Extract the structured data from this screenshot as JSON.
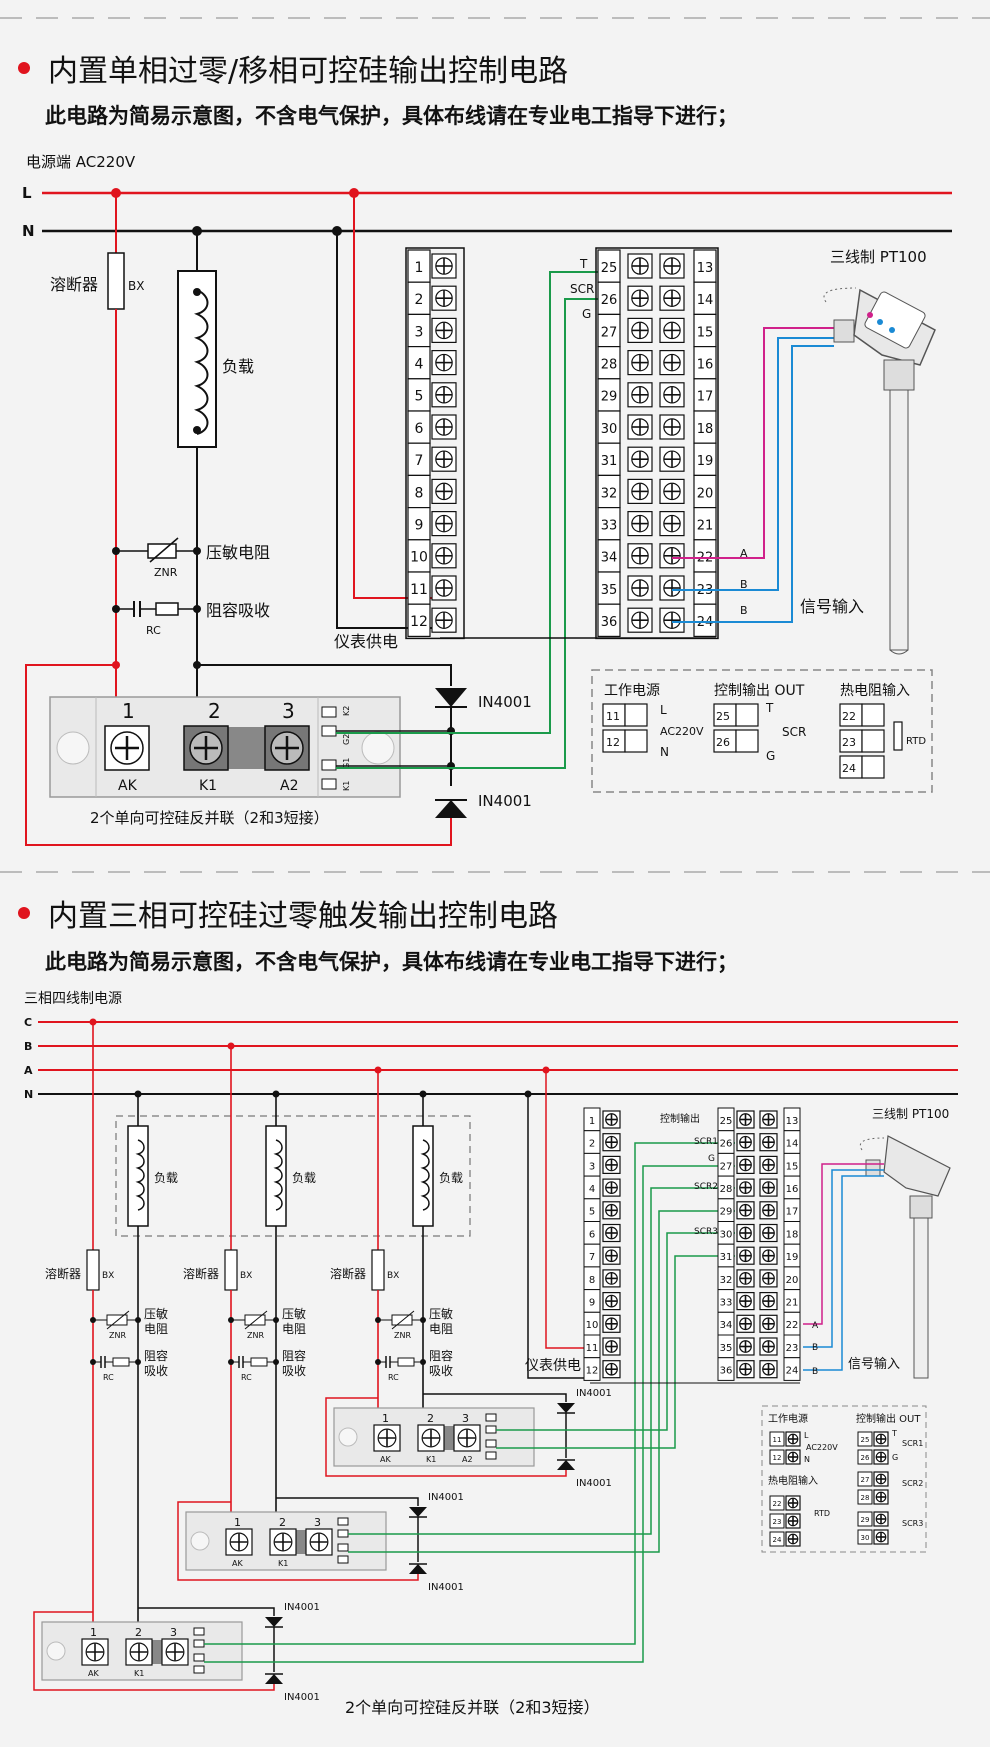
{
  "section1": {
    "title": "内置单相过零/移相可控硅输出控制电路",
    "subtitle": "此电路为简易示意图，不含电气保护，具体布线请在专业电工指导下进行；",
    "power_label": "电源端  AC220V",
    "line_L": "L",
    "line_N": "N",
    "fuse": "溶断器",
    "bx": "BX",
    "load": "负载",
    "varistor": "压敏电阻",
    "znr": "ZNR",
    "rc_absorb": "阻容吸收",
    "rc": "RC",
    "instrument_power": "仪表供电",
    "diode1": "IN4001",
    "diode2": "IN4001",
    "scr_num1": "1",
    "scr_num2": "2",
    "scr_num3": "3",
    "ak": "AK",
    "k1": "K1",
    "a2": "A2",
    "scr_caption": "2个单向可控硅反并联（2和3短接）",
    "t": "T",
    "scr": "SCR",
    "g": "G",
    "a": "A",
    "b1": "B",
    "b2": "B",
    "signal_input": "信号输入",
    "pt100": "三线制 PT100",
    "terminals_left": [
      "1",
      "2",
      "3",
      "4",
      "5",
      "6",
      "7",
      "8",
      "9",
      "10",
      "11",
      "12"
    ],
    "terminals_mid": [
      "25",
      "26",
      "27",
      "28",
      "29",
      "30",
      "31",
      "32",
      "33",
      "34",
      "35",
      "36"
    ],
    "terminals_right": [
      "13",
      "14",
      "15",
      "16",
      "17",
      "18",
      "19",
      "20",
      "21",
      "22",
      "23",
      "24"
    ],
    "legend": {
      "work_power": "工作电源",
      "work_t1": "11",
      "work_t2": "12",
      "work_l": "L",
      "work_n": "N",
      "work_ac": "AC220V",
      "ctrl_out": "控制输出 OUT",
      "ctrl_t1": "25",
      "ctrl_t2": "26",
      "ctrl_t": "T",
      "ctrl_scr": "SCR",
      "ctrl_g": "G",
      "rtd_input": "热电阻输入",
      "rtd_t1": "22",
      "rtd_t2": "23",
      "rtd_t3": "24",
      "rtd": "RTD"
    }
  },
  "section2": {
    "title": "内置三相可控硅过零触发输出控制电路",
    "subtitle": "此电路为简易示意图，不含电气保护，具体布线请在专业电工指导下进行；",
    "power_label": "三相四线制电源",
    "lines": [
      "C",
      "B",
      "A",
      "N"
    ],
    "load": "负载",
    "fuse": "溶断器",
    "bx": "BX",
    "varistor_1": "压敏",
    "varistor_2": "电阻",
    "znr": "ZNR",
    "rc_1": "阻容",
    "rc_2": "吸收",
    "rc": "RC",
    "instrument_power": "仪表供电",
    "diode": "IN4001",
    "ak": "AK",
    "k1": "K1",
    "a2": "A2",
    "n1": "1",
    "n2": "2",
    "n3": "3",
    "scr_caption": "2个单向可控硅反并联（2和3短接）",
    "ctrl_out_label": "控制输出",
    "scr1": "SCR1",
    "scr2": "SCR2",
    "scr3": "SCR3",
    "t": "T",
    "g": "G",
    "a": "A",
    "b": "B",
    "signal_input": "信号输入",
    "pt100": "三线制 PT100",
    "legend": {
      "work_power": "工作电源",
      "ctrl_out": "控制输出 OUT",
      "rtd_input": "热电阻输入",
      "ac": "AC220V",
      "l": "L",
      "n": "N",
      "t": "T",
      "g": "G",
      "scr1": "SCR1",
      "scr2": "SCR2",
      "scr3": "SCR3",
      "rtd": "RTD",
      "nums": [
        "11",
        "12",
        "25",
        "26",
        "27",
        "28",
        "29",
        "30",
        "22",
        "23",
        "24"
      ]
    }
  },
  "colors": {
    "red": "#e0141e",
    "green": "#1a9a4a",
    "blue": "#1a8ad4",
    "magenta": "#d0208a",
    "black": "#111111"
  }
}
